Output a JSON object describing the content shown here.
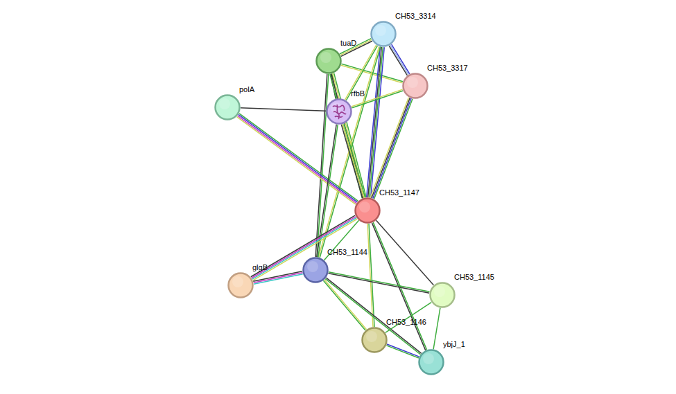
{
  "diagram": {
    "nodes": [
      {
        "text": [
          "CH53_3314"
        ]
      },
      {
        "text": [
          "tuaD"
        ]
      },
      {
        "text": [
          "CH53_3317"
        ]
      },
      {
        "text": [
          "polA"
        ]
      },
      {
        "text": [
          "rfbB"
        ]
      },
      {
        "text": [
          "CH53_1147"
        ]
      },
      {
        "text": [
          "CH53_1144"
        ]
      },
      {
        "text": [
          "glgB"
        ]
      },
      {
        "text": [
          "CH53_1145"
        ]
      },
      {
        "text": [
          "CH53_1146"
        ]
      },
      {
        "text": [
          "ybjJ_1"
        ]
      }
    ],
    "edges": [
      {
        "from": 1,
        "to": 0,
        "arrow": "none"
      },
      {
        "from": 1,
        "to": 2,
        "arrow": "none"
      },
      {
        "from": 1,
        "to": 4,
        "arrow": "none"
      },
      {
        "from": 1,
        "to": 5,
        "arrow": "none"
      },
      {
        "from": 1,
        "to": 6,
        "arrow": "none"
      },
      {
        "from": 0,
        "to": 2,
        "arrow": "none"
      },
      {
        "from": 0,
        "to": 4,
        "arrow": "none"
      },
      {
        "from": 0,
        "to": 5,
        "arrow": "none"
      },
      {
        "from": 0,
        "to": 6,
        "arrow": "none"
      },
      {
        "from": 2,
        "to": 4,
        "arrow": "none"
      },
      {
        "from": 2,
        "to": 5,
        "arrow": "none"
      },
      {
        "from": 3,
        "to": 4,
        "arrow": "none"
      },
      {
        "from": 3,
        "to": 5,
        "arrow": "none"
      },
      {
        "from": 4,
        "to": 5,
        "arrow": "none"
      },
      {
        "from": 4,
        "to": 6,
        "arrow": "none"
      },
      {
        "from": 5,
        "to": 7,
        "arrow": "none"
      },
      {
        "from": 5,
        "to": 6,
        "arrow": "none"
      },
      {
        "from": 5,
        "to": 8,
        "arrow": "none"
      },
      {
        "from": 5,
        "to": 9,
        "arrow": "none"
      },
      {
        "from": 5,
        "to": 10,
        "arrow": "none"
      },
      {
        "from": 6,
        "to": 7,
        "arrow": "none"
      },
      {
        "from": 6,
        "to": 8,
        "arrow": "none"
      },
      {
        "from": 6,
        "to": 9,
        "arrow": "none"
      },
      {
        "from": 6,
        "to": 10,
        "arrow": "none"
      },
      {
        "from": 8,
        "to": 9,
        "arrow": "none"
      },
      {
        "from": 8,
        "to": 10,
        "arrow": "none"
      },
      {
        "from": 9,
        "to": 10,
        "arrow": "none"
      }
    ]
  }
}
